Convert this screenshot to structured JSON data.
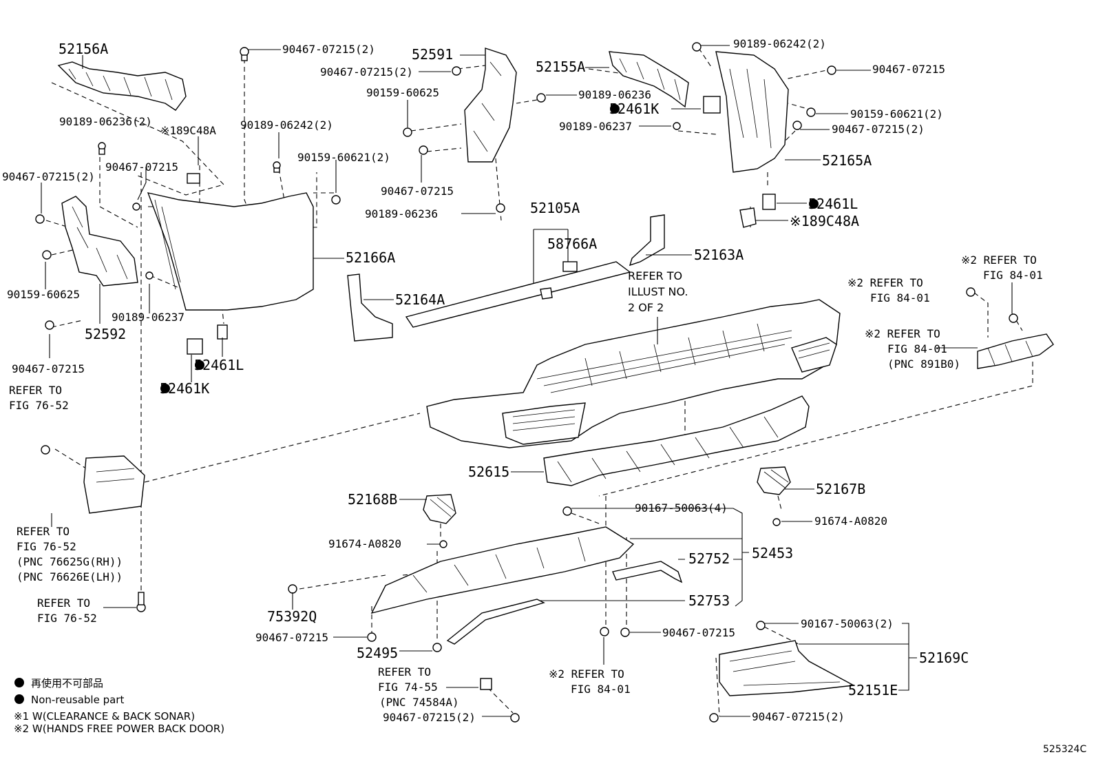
{
  "diagram": {
    "callouts": [
      {
        "id": "c1",
        "text": "52156A"
      },
      {
        "id": "c2",
        "text": "90189-06236(2)"
      },
      {
        "id": "c3",
        "text": "※189C48A"
      },
      {
        "id": "c4",
        "text": "90467-07215(2)"
      },
      {
        "id": "c5",
        "text": "90467-07215"
      },
      {
        "id": "c6",
        "text": "90159-60625"
      },
      {
        "id": "c7",
        "text": "52592"
      },
      {
        "id": "c8",
        "text": "90467-07215"
      },
      {
        "id": "c9",
        "text": "REFER TO"
      },
      {
        "id": "c10",
        "text": "FIG 76-52"
      },
      {
        "id": "c11",
        "text": "90467-07215(2)"
      },
      {
        "id": "c12",
        "text": "90189-06242(2)"
      },
      {
        "id": "c13",
        "text": "90159-60621(2)"
      },
      {
        "id": "c14",
        "text": "52166A"
      },
      {
        "id": "c15",
        "text": "90189-06237"
      },
      {
        "id": "c16",
        "text": "52461L"
      },
      {
        "id": "c17",
        "text": "52461K"
      },
      {
        "id": "c18",
        "text": "52591"
      },
      {
        "id": "c19",
        "text": "90467-07215(2)"
      },
      {
        "id": "c20",
        "text": "90159-60625"
      },
      {
        "id": "c21",
        "text": "90467-07215"
      },
      {
        "id": "c22",
        "text": "90189-06236"
      },
      {
        "id": "c23",
        "text": "52155A"
      },
      {
        "id": "c24",
        "text": "90189-06236"
      },
      {
        "id": "c25",
        "text": "52461K"
      },
      {
        "id": "c26",
        "text": "90189-06237"
      },
      {
        "id": "c27",
        "text": "90189-06242(2)"
      },
      {
        "id": "c28",
        "text": "90467-07215"
      },
      {
        "id": "c29",
        "text": "90159-60621(2)"
      },
      {
        "id": "c30",
        "text": "90467-07215(2)"
      },
      {
        "id": "c31",
        "text": "52165A"
      },
      {
        "id": "c32",
        "text": "52461L"
      },
      {
        "id": "c33",
        "text": "※189C48A"
      },
      {
        "id": "c34",
        "text": "52105A"
      },
      {
        "id": "c35",
        "text": "58766A"
      },
      {
        "id": "c36",
        "text": "52163A"
      },
      {
        "id": "c37",
        "text": "52164A"
      },
      {
        "id": "c38",
        "text": "REFER TO"
      },
      {
        "id": "c39",
        "text": "ILLUST NO."
      },
      {
        "id": "c40",
        "text": "2 OF 2"
      },
      {
        "id": "c41",
        "text": "※2 REFER TO"
      },
      {
        "id": "c42",
        "text": "FIG 84-01"
      },
      {
        "id": "c43",
        "text": "※2 REFER TO"
      },
      {
        "id": "c44",
        "text": "FIG 84-01"
      },
      {
        "id": "c45",
        "text": "※2 REFER TO"
      },
      {
        "id": "c46",
        "text": "FIG 84-01"
      },
      {
        "id": "c47",
        "text": "(PNC 891B0)"
      },
      {
        "id": "c48",
        "text": "52615"
      },
      {
        "id": "c49",
        "text": "52167B"
      },
      {
        "id": "c50",
        "text": "52168B"
      },
      {
        "id": "c51",
        "text": "90167-50063(4)"
      },
      {
        "id": "c52",
        "text": "91674-A0820"
      },
      {
        "id": "c53",
        "text": "91674-A0820"
      },
      {
        "id": "c54",
        "text": "52752"
      },
      {
        "id": "c55",
        "text": "52453"
      },
      {
        "id": "c56",
        "text": "52753"
      },
      {
        "id": "c57",
        "text": "75392Q"
      },
      {
        "id": "c58",
        "text": "90467-07215"
      },
      {
        "id": "c59",
        "text": "52495"
      },
      {
        "id": "c60",
        "text": "90467-07215"
      },
      {
        "id": "c61",
        "text": "REFER TO"
      },
      {
        "id": "c62",
        "text": "FIG 76-52"
      },
      {
        "id": "c63",
        "text": "(PNC 76625G(RH))"
      },
      {
        "id": "c64",
        "text": "(PNC 76626E(LH))"
      },
      {
        "id": "c65",
        "text": "REFER TO"
      },
      {
        "id": "c66",
        "text": "FIG 76-52"
      },
      {
        "id": "c67",
        "text": "REFER TO"
      },
      {
        "id": "c68",
        "text": "FIG 74-55"
      },
      {
        "id": "c69",
        "text": "(PNC 74584A)"
      },
      {
        "id": "c70",
        "text": "90467-07215(2)"
      },
      {
        "id": "c71",
        "text": "※2 REFER TO"
      },
      {
        "id": "c72",
        "text": "FIG 84-01"
      },
      {
        "id": "c73",
        "text": "90167-50063(2)"
      },
      {
        "id": "c74",
        "text": "52169C"
      },
      {
        "id": "c75",
        "text": "52151E"
      },
      {
        "id": "c76",
        "text": "90467-07215(2)"
      }
    ],
    "legend": {
      "jp": "再使用不可部品",
      "en": "Non-reusable part",
      "note1": "※1 W(CLEARANCE & BACK SONAR)",
      "note2": "※2 W(HANDS FREE POWER BACK DOOR)"
    },
    "illustration_code": "525324C"
  }
}
